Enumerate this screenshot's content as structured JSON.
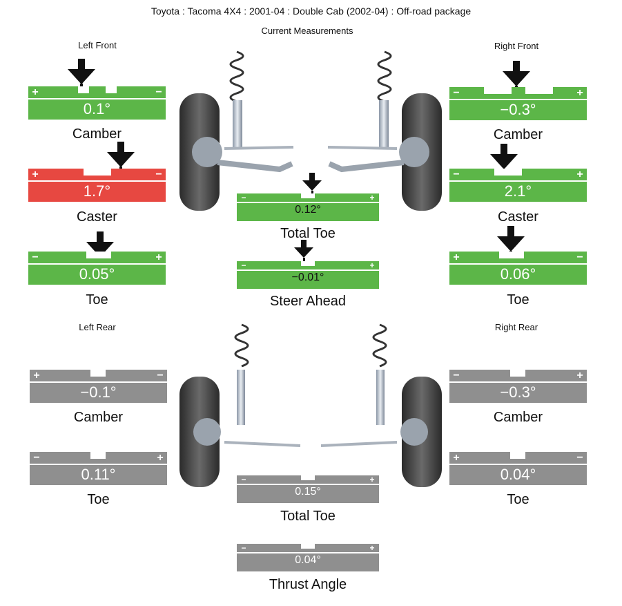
{
  "header": {
    "title": "Toyota : Tacoma 4X4 : 2001-04 : Double Cab (2002-04) : Off-road package",
    "subtitle": "Current Measurements"
  },
  "corners": {
    "left_front": "Left Front",
    "right_front": "Right Front",
    "left_rear": "Left Rear",
    "right_rear": "Right Rear"
  },
  "gauges": {
    "lf_camber": {
      "label": "Camber",
      "value": "0.1°",
      "status": "green",
      "left_sign": "+",
      "right_sign": "−"
    },
    "lf_caster": {
      "label": "Caster",
      "value": "1.7°",
      "status": "red",
      "left_sign": "+",
      "right_sign": "−"
    },
    "lf_toe": {
      "label": "Toe",
      "value": "0.05°",
      "status": "green",
      "left_sign": "−",
      "right_sign": "+"
    },
    "rf_camber": {
      "label": "Camber",
      "value": "−0.3°",
      "status": "green",
      "left_sign": "−",
      "right_sign": "+"
    },
    "rf_caster": {
      "label": "Caster",
      "value": "2.1°",
      "status": "green",
      "left_sign": "−",
      "right_sign": "+"
    },
    "rf_toe": {
      "label": "Toe",
      "value": "0.06°",
      "status": "green",
      "left_sign": "+",
      "right_sign": "−"
    },
    "front_total_toe": {
      "label": "Total Toe",
      "value": "0.12°",
      "status": "green",
      "left_sign": "−",
      "right_sign": "+"
    },
    "steer_ahead": {
      "label": "Steer Ahead",
      "value": "−0.01°",
      "status": "green",
      "left_sign": "−",
      "right_sign": "+"
    },
    "lr_camber": {
      "label": "Camber",
      "value": "−0.1°",
      "status": "gray",
      "left_sign": "+",
      "right_sign": "−"
    },
    "lr_toe": {
      "label": "Toe",
      "value": "0.11°",
      "status": "gray",
      "left_sign": "−",
      "right_sign": "+"
    },
    "rr_camber": {
      "label": "Camber",
      "value": "−0.3°",
      "status": "gray",
      "left_sign": "−",
      "right_sign": "+"
    },
    "rr_toe": {
      "label": "Toe",
      "value": "0.04°",
      "status": "gray",
      "left_sign": "+",
      "right_sign": "−"
    },
    "rear_total_toe": {
      "label": "Total Toe",
      "value": "0.15°",
      "status": "gray",
      "left_sign": "−",
      "right_sign": "+"
    },
    "thrust_angle": {
      "label": "Thrust Angle",
      "value": "0.04°",
      "status": "gray",
      "left_sign": "−",
      "right_sign": "+"
    }
  },
  "colors": {
    "in_spec": "#5cb648",
    "out_of_spec": "#e74841",
    "not_adjustable": "#8f8f8f"
  },
  "icons": [
    "indicator-arrow-icon",
    "front-suspension-icon",
    "rear-suspension-icon"
  ]
}
